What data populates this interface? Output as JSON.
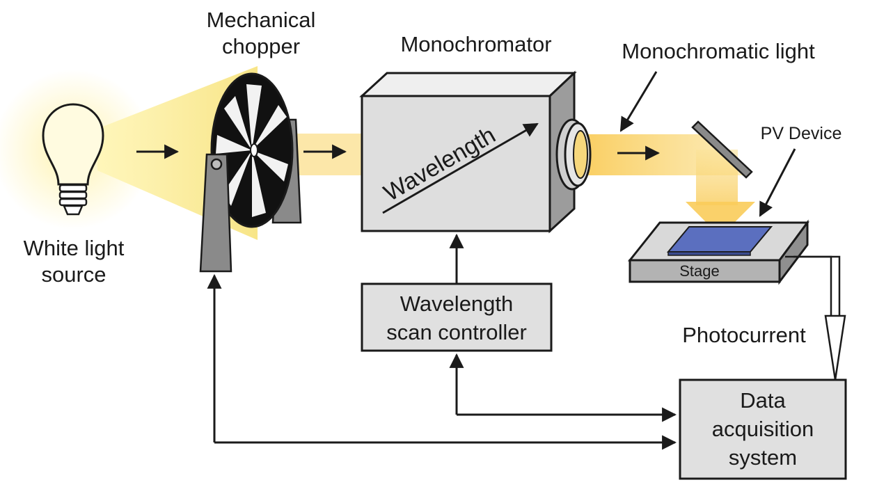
{
  "labels": {
    "white_light_source": [
      "White light",
      "source"
    ],
    "mechanical_chopper": [
      "Mechanical",
      "chopper"
    ],
    "monochromator": "Monochromator",
    "monochromatic_light": "Monochromatic light",
    "pv_device": "PV Device",
    "stage": "Stage",
    "photocurrent": "Photocurrent",
    "wavelength_axis": "Wavelength"
  },
  "boxes": {
    "wavelength_scan_controller": [
      "Wavelength",
      "scan controller"
    ],
    "data_acquisition_system": [
      "Data",
      "acquisition",
      "system"
    ]
  },
  "colors": {
    "light_beam": "#f9cc5a",
    "glow": "#fff3b0",
    "box_fill": "#e0e0e0",
    "outline": "#1a1a1a",
    "pv_device": "#5b6fbf",
    "stage": "#bdbdbd"
  },
  "icons": [
    "light-bulb-icon",
    "chopper-wheel-icon",
    "mirror-icon"
  ]
}
